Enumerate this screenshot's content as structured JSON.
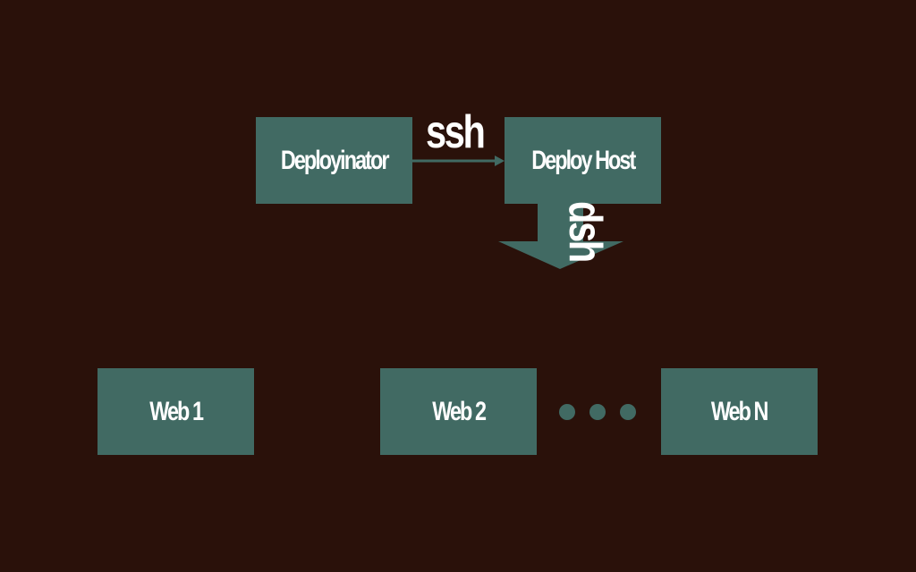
{
  "nodes": {
    "deployinator": "Deployinator",
    "deploy_host": "Deploy Host",
    "web1": "Web 1",
    "web2": "Web 2",
    "webn": "Web N"
  },
  "edges": {
    "ssh_label": "ssh",
    "dsh_label": "dsh"
  },
  "colors": {
    "background": "#2a110a",
    "box": "#416a63",
    "text": "#ffffff"
  }
}
